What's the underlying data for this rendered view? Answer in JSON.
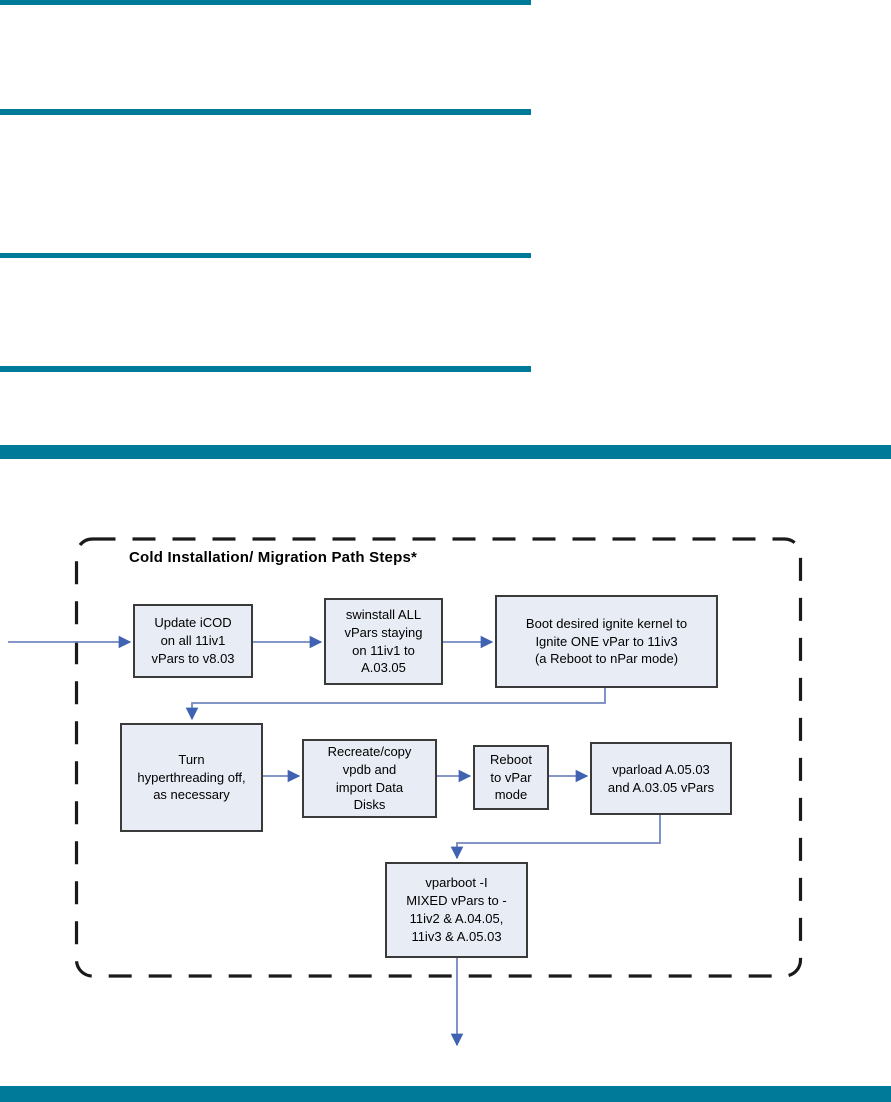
{
  "colors": {
    "teal_bar": "#007A99",
    "box_fill": "#E8ECF5",
    "box_border": "#3A3A3A",
    "connector_line": "#7388BF",
    "arrowhead": "#3F63B2",
    "dashed_border": "#1A1A1A"
  },
  "flowchart": {
    "title": "Cold Installation/ Migration Path Steps*",
    "boxes": [
      {
        "name": "update-icod",
        "label": "Update iCOD\non all 11iv1\nvPars to v8.03"
      },
      {
        "name": "swinstall-all",
        "label": "swinstall ALL\nvPars staying\non 11iv1 to\nA.03.05"
      },
      {
        "name": "boot-ignite",
        "label": "Boot desired ignite kernel to\nIgnite ONE vPar to 11iv3\n(a Reboot to nPar mode)"
      },
      {
        "name": "hyperthreading",
        "label": "Turn\nhyperthreading off,\nas necessary"
      },
      {
        "name": "recreate-vpdb",
        "label": "Recreate/copy\nvpdb and\nimport Data\nDisks"
      },
      {
        "name": "reboot-vpar",
        "label": "Reboot\nto vPar\nmode"
      },
      {
        "name": "vparload",
        "label": "vparload  A.05.03\nand A.03.05 vPars"
      },
      {
        "name": "vparboot",
        "label": "vparboot -I\nMIXED vPars to -\n11iv2 & A.04.05,\n11iv3 & A.05.03"
      }
    ]
  }
}
